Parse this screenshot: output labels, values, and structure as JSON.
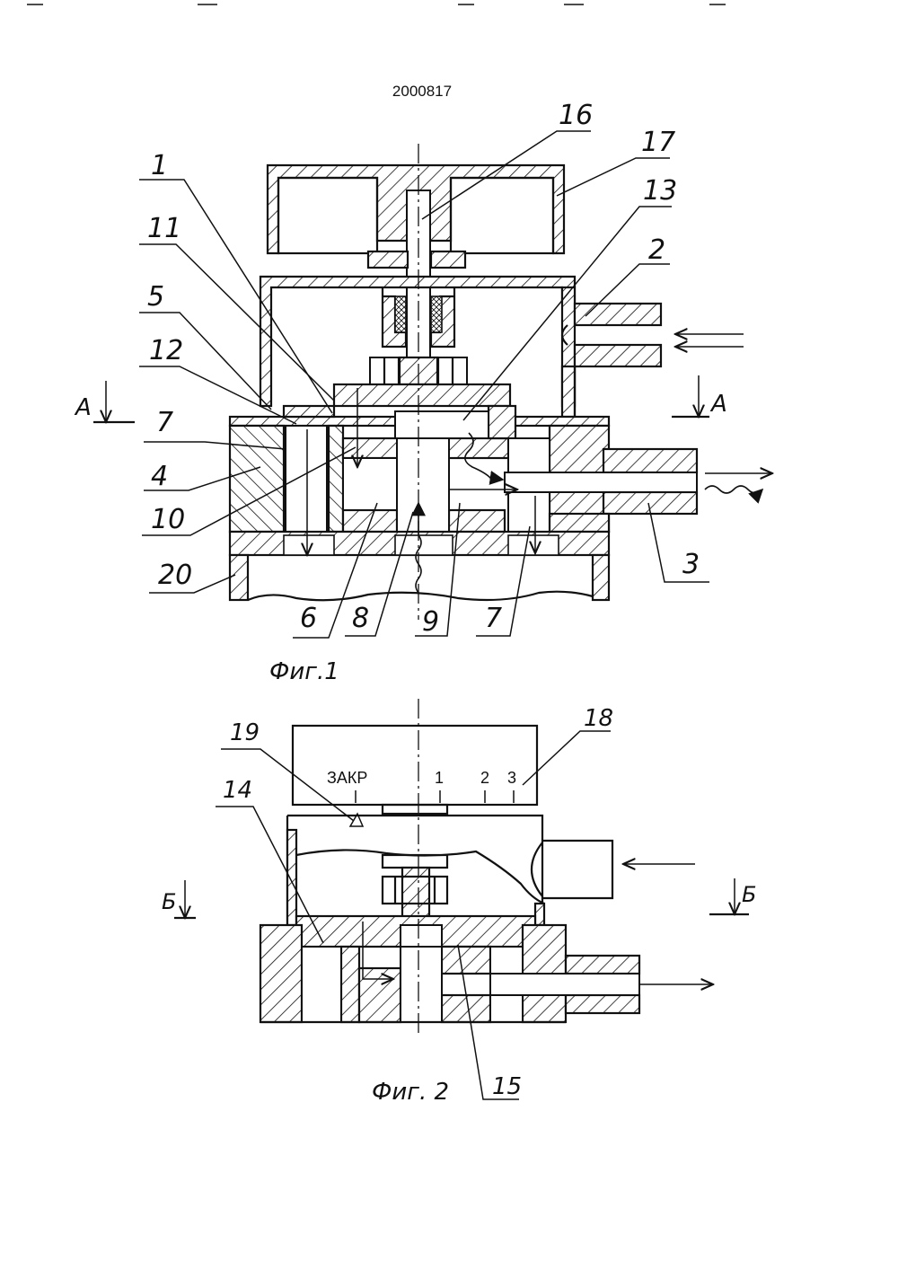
{
  "header": {
    "patent_number": "2000817"
  },
  "figure1": {
    "caption": "Фиг.1",
    "callouts": [
      "1",
      "2",
      "3",
      "4",
      "5",
      "6",
      "7",
      "7",
      "8",
      "9",
      "10",
      "11",
      "12",
      "13",
      "16",
      "17",
      "20"
    ],
    "section_marks": [
      "А",
      "А"
    ]
  },
  "figure2": {
    "caption": "Фиг. 2",
    "callouts": [
      "14",
      "15",
      "18",
      "19"
    ],
    "section_marks": [
      "Б",
      "Б"
    ],
    "dial_scale": [
      "ЗАКР",
      "1",
      "2",
      "3"
    ]
  }
}
